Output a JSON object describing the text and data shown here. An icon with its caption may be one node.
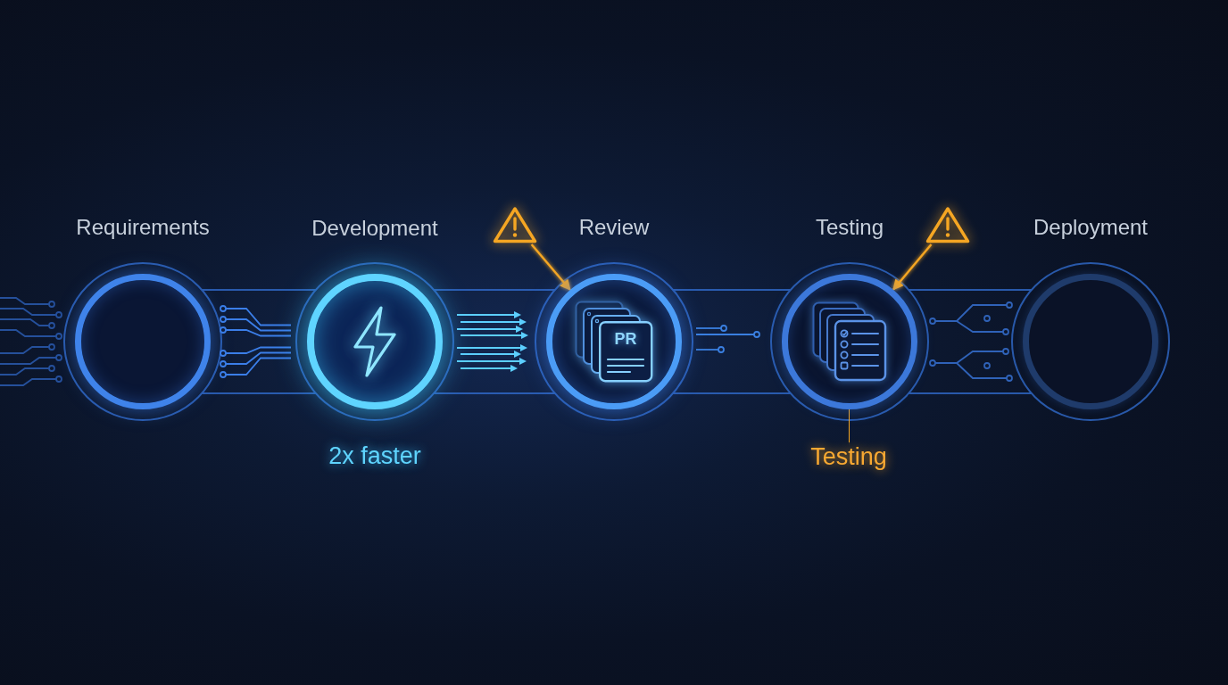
{
  "diagram": {
    "nodes": [
      {
        "text": [
          "Requirements"
        ]
      },
      {
        "text": [
          "Development"
        ],
        "beside": [
          "2x faster"
        ]
      },
      {
        "text": [
          "Review",
          "PR"
        ]
      },
      {
        "text": [
          "Testing"
        ]
      },
      {
        "text": [
          "Deployment"
        ]
      },
      {
        "text": [],
        "shape": "triangle"
      },
      {
        "text": [],
        "shape": "triangle"
      },
      {
        "text": [
          "Testing"
        ]
      }
    ],
    "edges": [
      {
        "from": 0,
        "to": 1,
        "arrow": "none"
      },
      {
        "from": 1,
        "to": 2,
        "arrow": "to",
        "color": "#5ccfff"
      },
      {
        "from": 2,
        "to": 3,
        "arrow": "to"
      },
      {
        "from": 3,
        "to": 4,
        "arrow": "none"
      },
      {
        "from": 5,
        "to": 2,
        "arrow": "to",
        "color": "#f5a623"
      },
      {
        "from": 6,
        "to": 3,
        "arrow": "to",
        "color": "#f5a623"
      },
      {
        "from": 7,
        "to": 3,
        "arrow": "to",
        "color": "#f5a623"
      }
    ]
  }
}
